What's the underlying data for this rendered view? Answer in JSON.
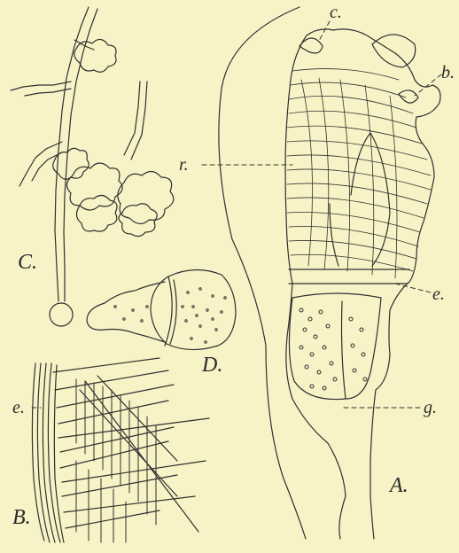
{
  "plate": {
    "background": "#f8f3c6",
    "ink": "#2f2f2f",
    "figure_labels": {
      "A": "A.",
      "B": "B.",
      "C": "C.",
      "D": "D."
    },
    "part_labels": {
      "c": "c.",
      "b": "b.",
      "r": "r.",
      "e": "e.",
      "g": "g.",
      "e_b": "e."
    }
  }
}
